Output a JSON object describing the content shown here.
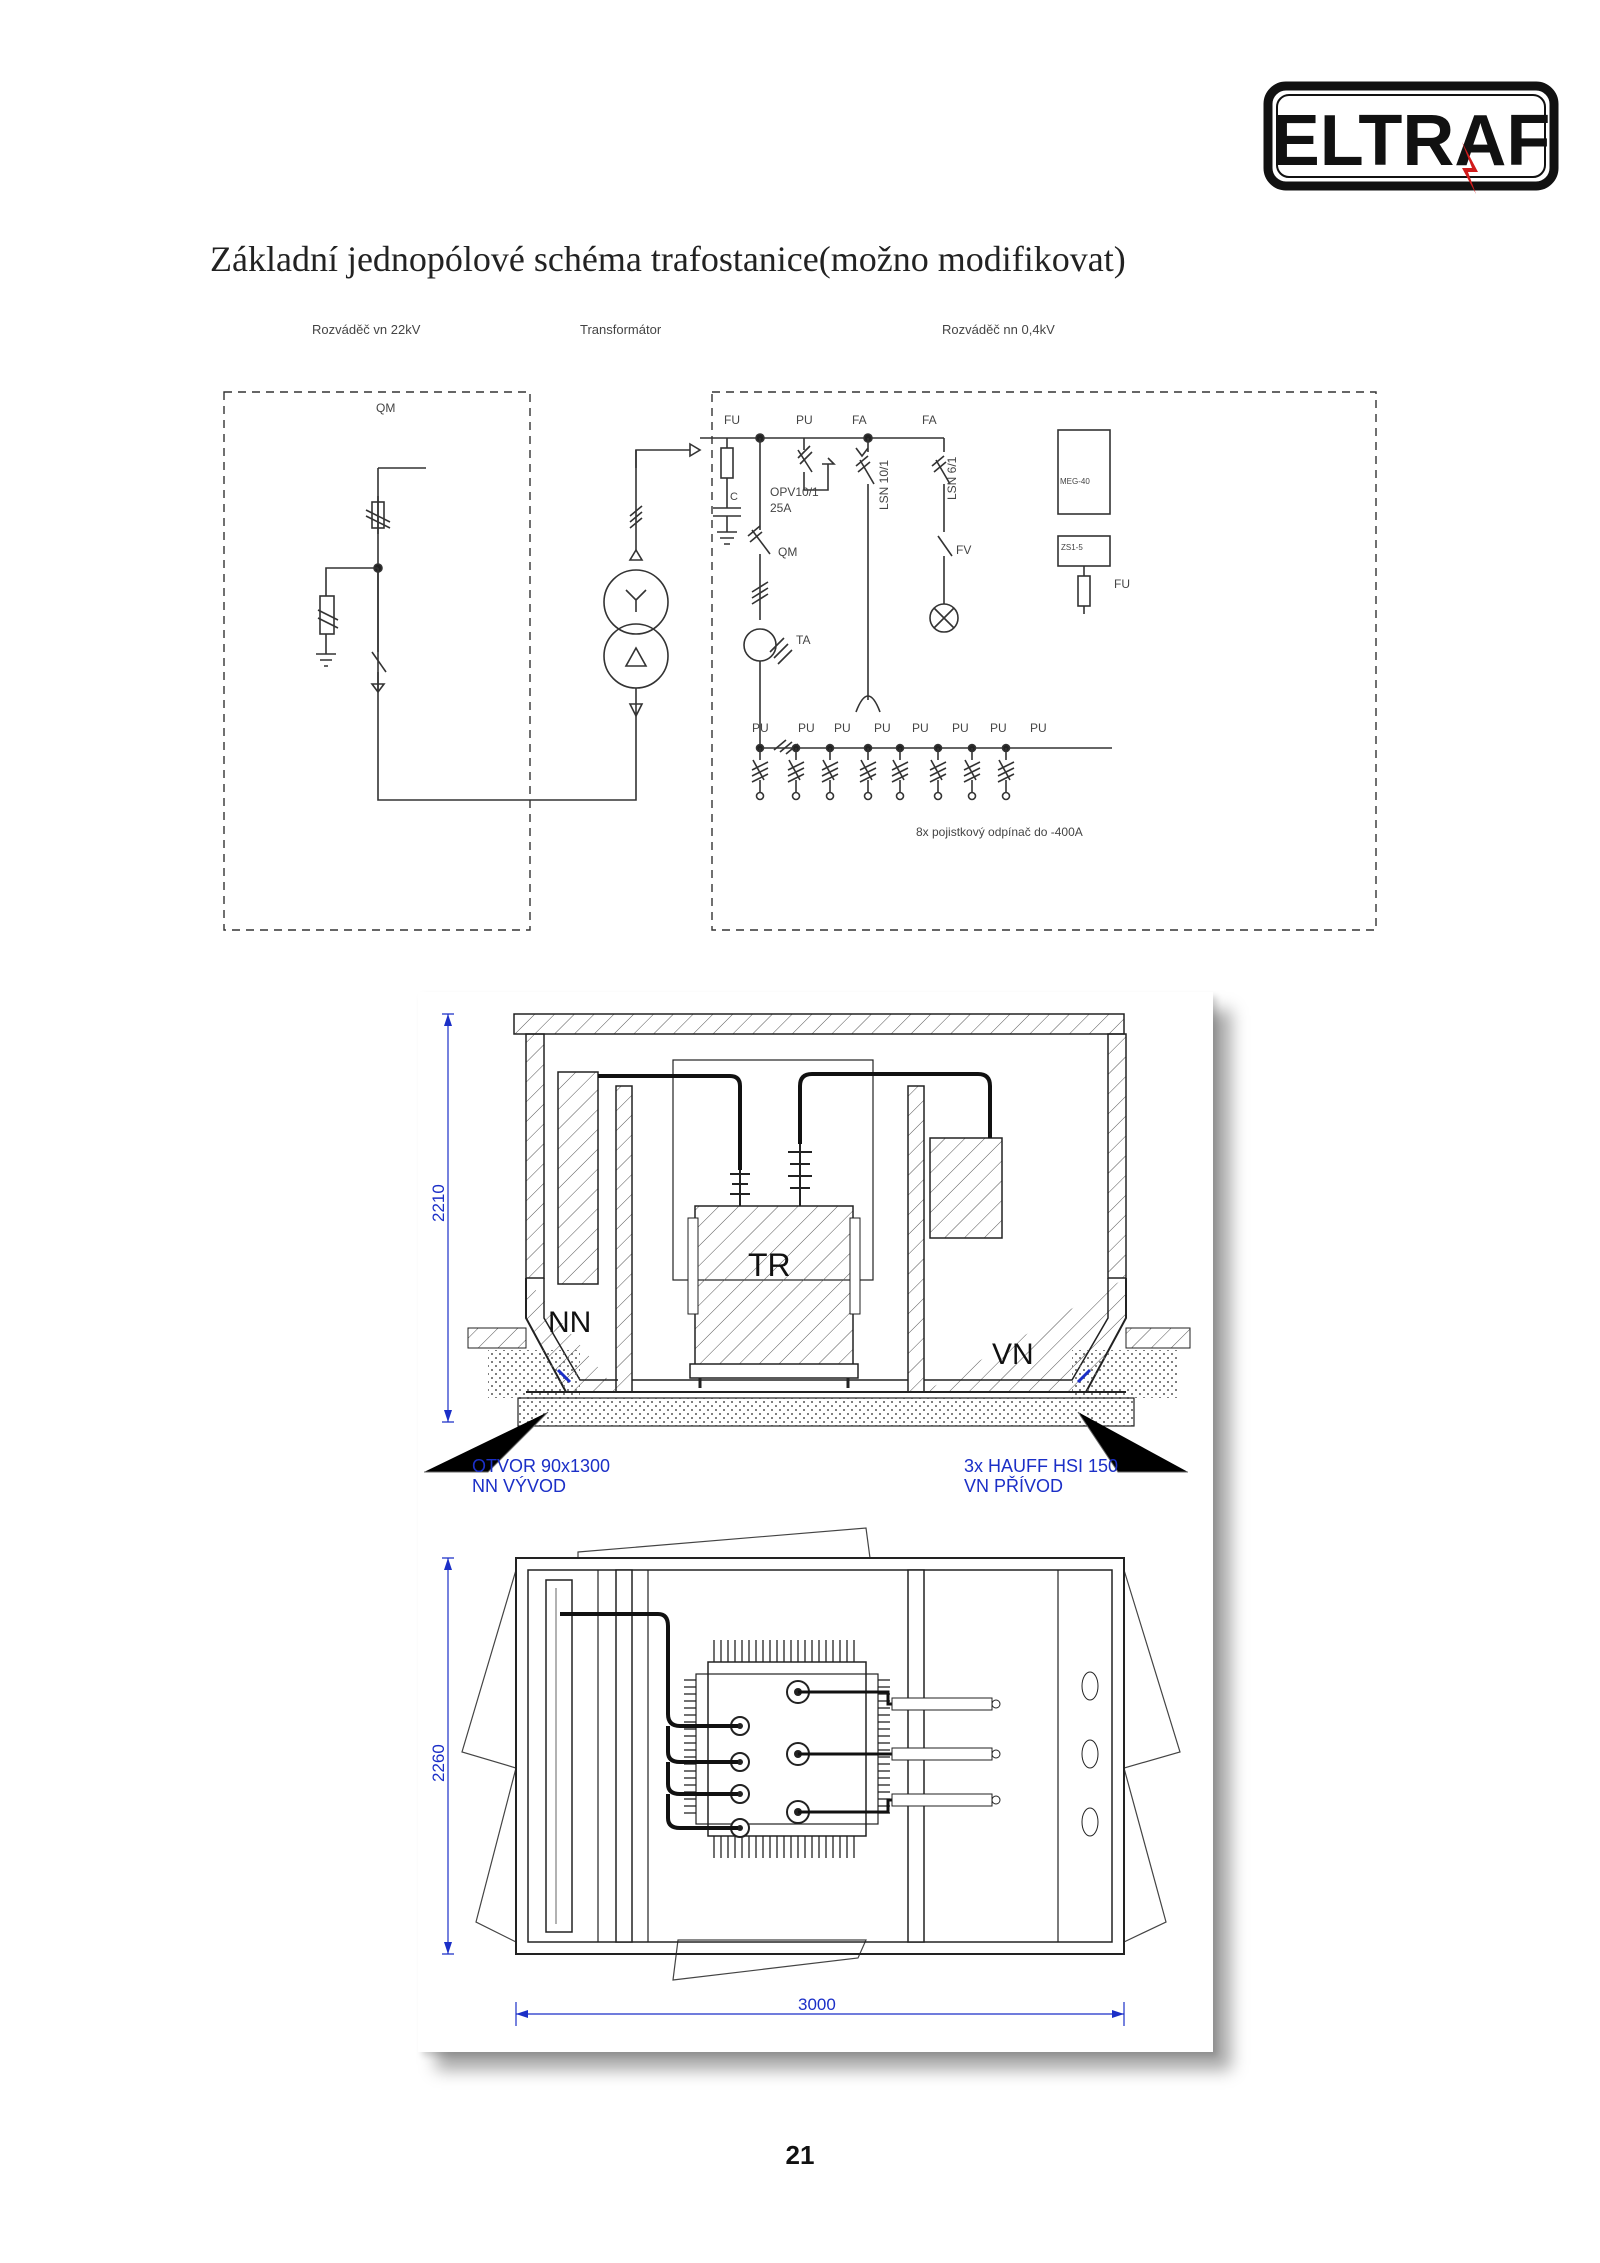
{
  "logo": {
    "text": "ELTRAF"
  },
  "title": "Základní jednopólové schéma trafostanice(možno modifikovat)",
  "schematic": {
    "section_vn": "Rozváděč vn 22kV",
    "section_tr": "Transformátor",
    "section_nn": "Rozváděč nn 0,4kV",
    "qm_vn": "QM",
    "fu": "FU",
    "pu_top": "PU",
    "fa1": "FA",
    "fa2": "FA",
    "c": "C",
    "opv1": "OPV10/1",
    "opv2": "25A",
    "qm_nn": "QM",
    "lsn10": "LSN 10/1",
    "lsn6": "LSN 6/1",
    "fv": "FV",
    "ta": "TA",
    "meg": "MEG-40",
    "zs": "ZS1-5",
    "fu_right": "FU",
    "pu_bus": [
      "PU",
      "PU",
      "PU",
      "PU",
      "PU",
      "PU",
      "PU",
      "PU"
    ],
    "bus_note": "8x pojistkový odpínač do -400A"
  },
  "drawing": {
    "dim_height_section": "2210",
    "dim_height_plan": "2260",
    "dim_width": "3000",
    "label_tr": "TR",
    "label_nn": "NN",
    "label_vn": "VN",
    "note_left_1": "OTVOR 90x1300",
    "note_left_2": "NN VÝVOD",
    "note_right_1": "3x HAUFF HSI 150",
    "note_right_2": "VN PŘÍVOD",
    "dim_color": "#1b2fc7"
  },
  "page_number": "21"
}
